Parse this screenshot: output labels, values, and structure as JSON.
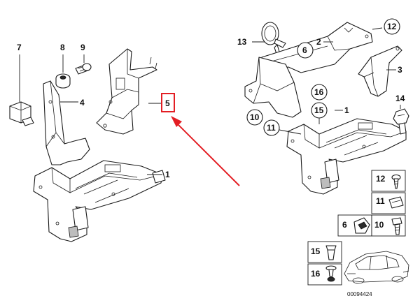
{
  "colors": {
    "highlight": "#e31e24",
    "line": "#1a1a1a"
  },
  "callouts": {
    "c1_left": "1",
    "c4": "4",
    "c5": "5",
    "c7": "7",
    "c8": "8",
    "c9": "9",
    "c1_right": "1",
    "c2": "2",
    "c3": "3",
    "c6": "6",
    "c10": "10",
    "c11": "11",
    "c12": "12",
    "c13": "13",
    "c14": "14",
    "c15": "15",
    "c16": "16"
  },
  "legend": {
    "l12": "12",
    "l11": "11",
    "l6": "6",
    "l10": "10",
    "l15": "15",
    "l16": "16"
  },
  "document_number": "00094424"
}
